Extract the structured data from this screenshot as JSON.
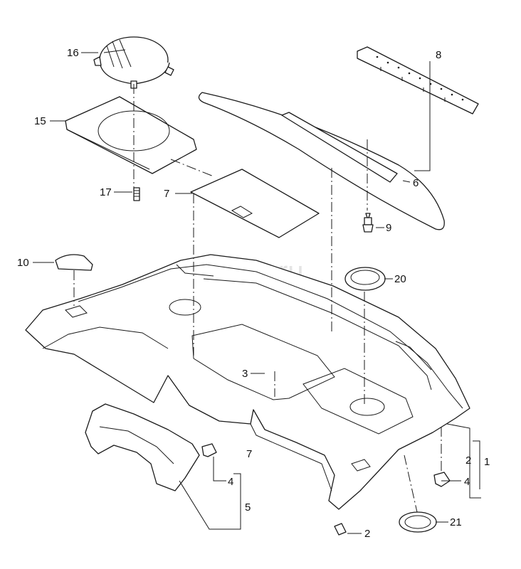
{
  "watermark": "vagtec.ru",
  "callouts": {
    "c1": "1",
    "c2a": "2",
    "c2b": "2",
    "c3": "3",
    "c4a": "4",
    "c4b": "4",
    "c5": "5",
    "c6": "6",
    "c7a": "7",
    "c7b": "7",
    "c8": "8",
    "c9": "9",
    "c10": "10",
    "c15": "15",
    "c16": "16",
    "c17": "17",
    "c20": "20",
    "c21": "21"
  },
  "colors": {
    "line": "#1a1a1a",
    "background": "#ffffff",
    "shade": "#d9d9d9"
  }
}
